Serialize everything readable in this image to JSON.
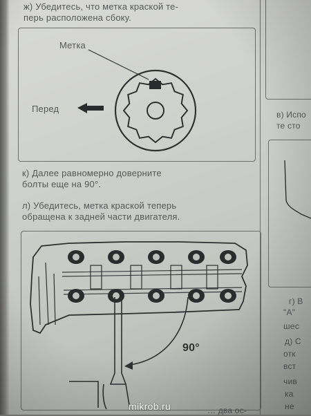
{
  "top_text": {
    "line1": "ж) Убедитесь, что метка краской те-",
    "line2": "перь расположена сбоку."
  },
  "figure1": {
    "label_mark": "Метка",
    "label_front": "Перед"
  },
  "steps": {
    "k_line1": "к) Далее равномерно доверните",
    "k_line2": "болты еще на 90°.",
    "l_line1": "л) Убедитесь, метка краской теперь",
    "l_line2": "обращена к задней части двигателя."
  },
  "figure2": {
    "angle_label": "90°"
  },
  "bottom_fragment": "… два ос-",
  "right_column": {
    "frag_v1": "в) Испо",
    "frag_v2": "те сто",
    "frag_g1": "г) В",
    "frag_g2": "\"А\"",
    "frag_g3": "шес",
    "frag_d1": "д) С",
    "frag_d2": "отк",
    "frag_d3": "вст",
    "frag_d4": "чив",
    "frag_d5": "ка",
    "frag_d6": "не"
  },
  "watermark": "mikrob.ru"
}
